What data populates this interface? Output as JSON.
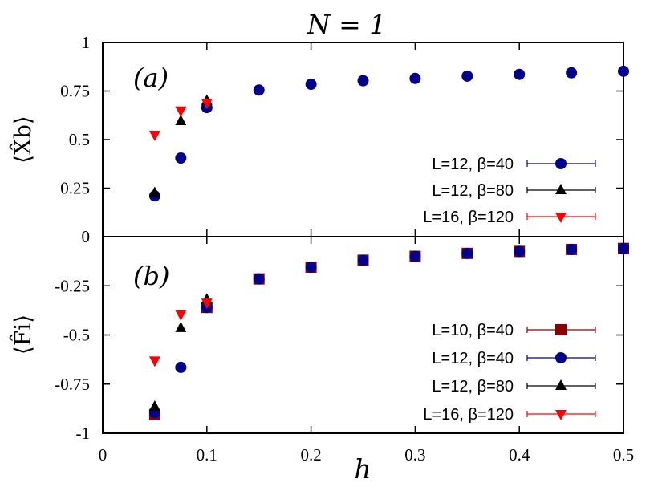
{
  "chart_data": {
    "type": "scatter",
    "title": "N = 1",
    "xlabel": "h",
    "xlim": [
      0,
      0.5
    ],
    "x_ticks": [
      "0",
      "0.1",
      "0.2",
      "0.3",
      "0.4",
      "0.5"
    ],
    "panels": [
      {
        "label": "(a)",
        "ylabel": "⟨X̂b⟩",
        "ylim": [
          0,
          1
        ],
        "y_ticks": [
          "1",
          "0.75",
          "0.5",
          "0.25",
          "0"
        ],
        "legend_position": "bottom-right",
        "series": [
          {
            "name": "L=12, β=40",
            "marker": "circle",
            "color": "#00008b",
            "x": [
              0.05,
              0.075,
              0.1,
              0.15,
              0.2,
              0.25,
              0.3,
              0.35,
              0.4,
              0.45,
              0.5
            ],
            "y": [
              0.21,
              0.405,
              0.665,
              0.755,
              0.785,
              0.803,
              0.815,
              0.827,
              0.836,
              0.844,
              0.852
            ]
          },
          {
            "name": "L=12, β=80",
            "marker": "triangle-up",
            "color": "#000000",
            "x": [
              0.05,
              0.075,
              0.1
            ],
            "y": [
              0.225,
              0.595,
              0.7
            ]
          },
          {
            "name": "L=16, β=120",
            "marker": "triangle-down",
            "color": "#ff0000",
            "x": [
              0.05,
              0.075,
              0.1
            ],
            "y": [
              0.525,
              0.65,
              0.69
            ]
          }
        ]
      },
      {
        "label": "(b)",
        "ylabel": "⟨F̂i⟩",
        "ylim": [
          -1,
          0
        ],
        "y_ticks": [
          "-0.25",
          "-0.5",
          "-0.75",
          "-1"
        ],
        "legend_position": "bottom-right",
        "series": [
          {
            "name": "L=10, β=40",
            "marker": "square",
            "color": "#8b0000",
            "x": [
              0.05,
              0.1,
              0.15,
              0.2,
              0.25,
              0.3,
              0.35,
              0.4,
              0.45,
              0.5
            ],
            "y": [
              -0.905,
              -0.36,
              -0.215,
              -0.155,
              -0.12,
              -0.1,
              -0.085,
              -0.075,
              -0.065,
              -0.06
            ]
          },
          {
            "name": "L=12, β=40",
            "marker": "circle",
            "color": "#00008b",
            "x": [
              0.05,
              0.075,
              0.1,
              0.15,
              0.2,
              0.25,
              0.3,
              0.35,
              0.4,
              0.45,
              0.5
            ],
            "y": [
              -0.895,
              -0.665,
              -0.36,
              -0.215,
              -0.155,
              -0.12,
              -0.1,
              -0.085,
              -0.075,
              -0.065,
              -0.06
            ]
          },
          {
            "name": "L=12, β=80",
            "marker": "triangle-up",
            "color": "#000000",
            "x": [
              0.05,
              0.075,
              0.1
            ],
            "y": [
              -0.865,
              -0.465,
              -0.32
            ]
          },
          {
            "name": "L=16, β=120",
            "marker": "triangle-down",
            "color": "#ff0000",
            "x": [
              0.05,
              0.075,
              0.1
            ],
            "y": [
              -0.63,
              -0.395,
              -0.335
            ]
          }
        ]
      }
    ]
  }
}
